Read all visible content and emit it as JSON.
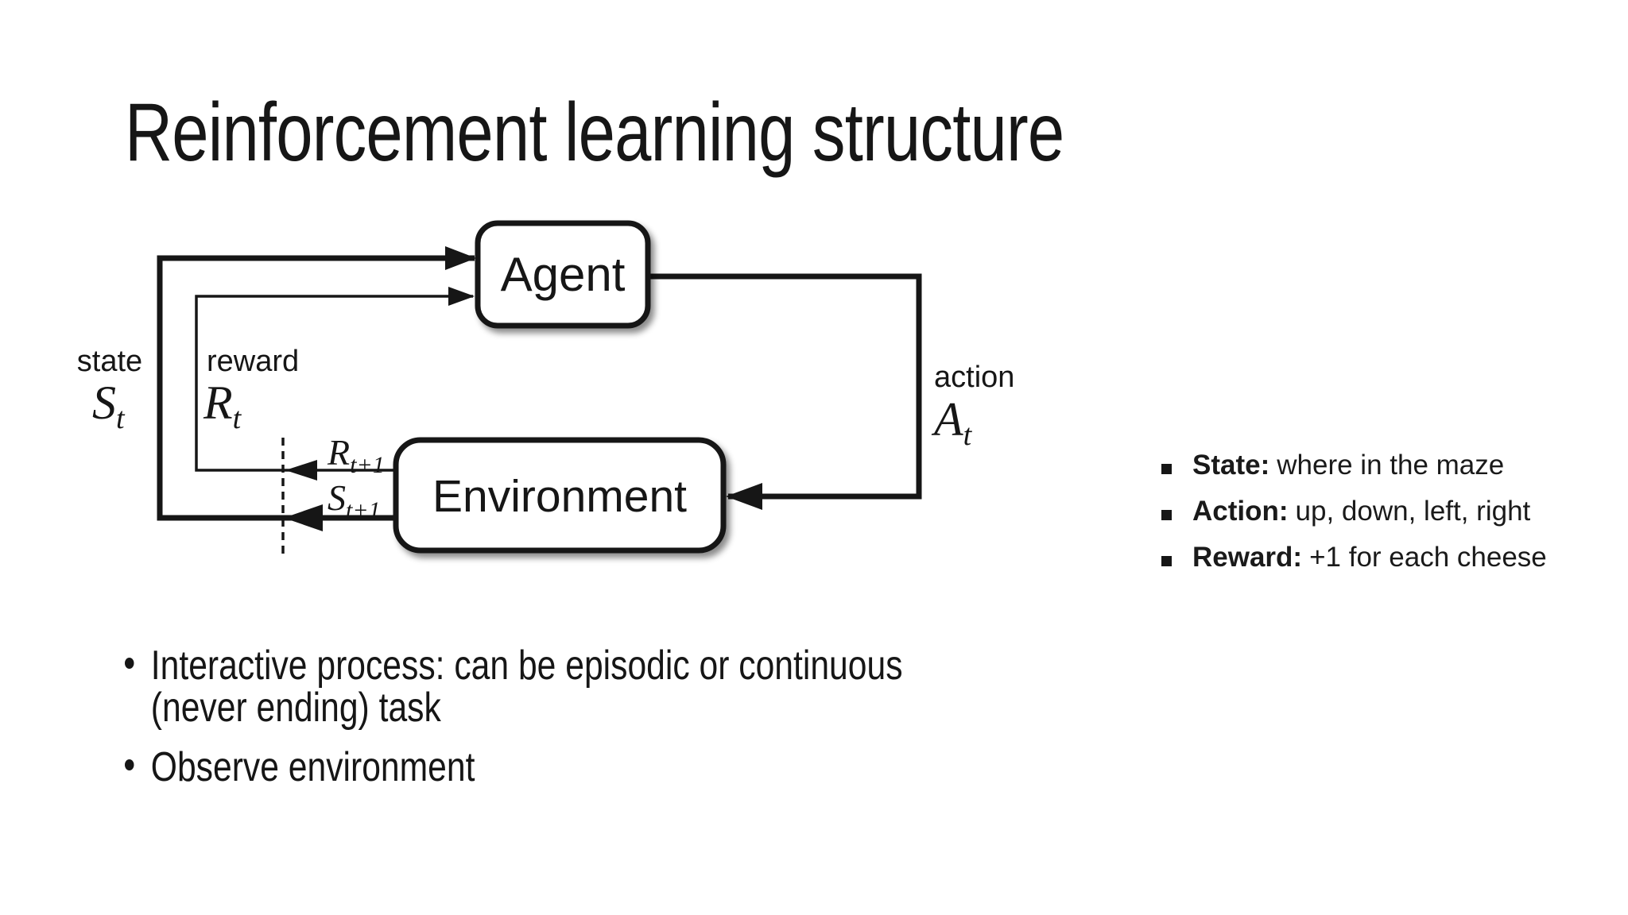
{
  "slide": {
    "title": "Reinforcement learning structure",
    "diagram": {
      "agent_label": "Agent",
      "environment_label": "Environment",
      "state_label": "state",
      "state_var": "S",
      "state_sub": "t",
      "reward_label": "reward",
      "reward_var": "R",
      "reward_sub": "t",
      "action_label": "action",
      "action_var": "A",
      "action_sub": "t",
      "next_reward_var": "R",
      "next_reward_sub": "t+1",
      "next_state_var": "S",
      "next_state_sub": "t+1"
    },
    "key_points": [
      {
        "label": "State:",
        "text": "where in the maze"
      },
      {
        "label": "Action:",
        "text": "up, down, left, right"
      },
      {
        "label": "Reward:",
        "text": "+1 for each cheese"
      }
    ],
    "bullets": [
      {
        "lines": [
          "Interactive process: can be episodic or continuous",
          "(never ending) task"
        ]
      },
      {
        "lines": [
          "Observe environment"
        ]
      }
    ]
  },
  "colors": {
    "ink": "#1a1a1a",
    "background": "#ffffff"
  }
}
